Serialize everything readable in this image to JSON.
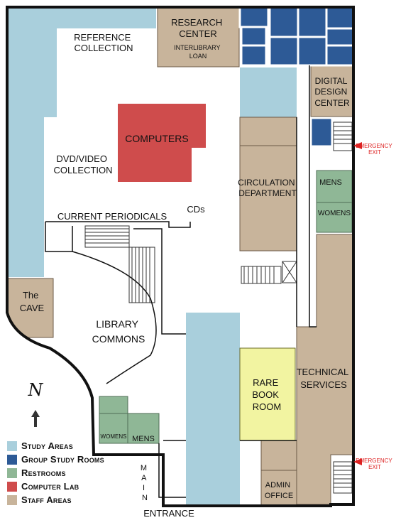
{
  "colors": {
    "study": "#a9cfdc",
    "group_study": "#2d5a96",
    "restroom": "#8fb796",
    "computer_lab": "#cf4c4c",
    "staff": "#c8b49b",
    "rare": "#f2f4a1",
    "wall": "#111111"
  },
  "labels": {
    "reference_collection": [
      "REFERENCE",
      "COLLECTION"
    ],
    "research_center": [
      "RESEARCH",
      "CENTER"
    ],
    "interlibrary_loan": [
      "INTERLIBRARY",
      "LOAN"
    ],
    "digital_design_center": [
      "DIGITAL",
      "DESIGN",
      "CENTER"
    ],
    "computers": "COMPUTERS",
    "dvd_video_collection": [
      "DVD/VIDEO",
      "COLLECTION"
    ],
    "emergency_exit": [
      "EMERGENCY",
      "EXIT"
    ],
    "circulation_department": [
      "CIRCULATION",
      "DEPARTMENT"
    ],
    "mens": "MENS",
    "womens": "WOMENS",
    "current_periodicals": "CURRENT PERIODICALS",
    "cds": "CDs",
    "the_cave": [
      "The",
      "CAVE"
    ],
    "library_commons": [
      "LIBRARY",
      "COMMONS"
    ],
    "rare_book_room": [
      "RARE",
      "BOOK",
      "ROOM"
    ],
    "technical_services": [
      "TECHNICAL",
      "SERVICES"
    ],
    "admin_office": [
      "ADMIN",
      "OFFICE"
    ],
    "main_vertical": [
      "M",
      "A",
      "I",
      "N"
    ],
    "entrance": "ENTRANCE",
    "north_letter": "N"
  },
  "legend": [
    {
      "label": "Study Areas",
      "color": "#a9cfdc"
    },
    {
      "label": "Group Study Rooms",
      "color": "#2d5a96"
    },
    {
      "label": "Restrooms",
      "color": "#8fb796"
    },
    {
      "label": "Computer Lab",
      "color": "#cf4c4c"
    },
    {
      "label": "Staff Areas",
      "color": "#c8b49b"
    }
  ]
}
